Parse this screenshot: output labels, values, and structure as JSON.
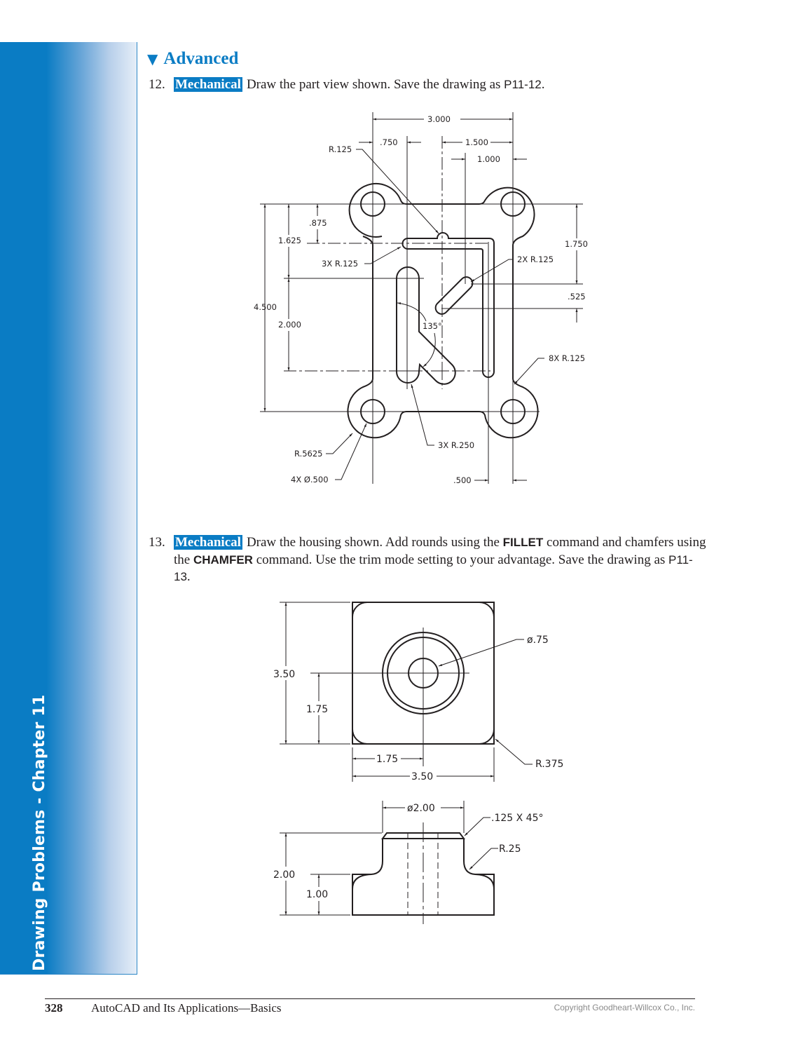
{
  "sidebar": {
    "label": "Drawing Problems - Chapter 11"
  },
  "section": {
    "marker": "▼",
    "title": "Advanced"
  },
  "problems": [
    {
      "number": "12.",
      "category": "Mechanical",
      "text_before": "Draw the part view shown. Save the drawing as ",
      "filename": "P11-12",
      "text_after": "."
    },
    {
      "number": "13.",
      "category": "Mechanical",
      "text_1": "Draw the housing shown. Add rounds using the ",
      "cmd_1": "FILLET",
      "text_2": " command and chamfers using the ",
      "cmd_2": "CHAMFER",
      "text_3": " command. Use the trim mode setting to your advantage. Save the drawing as ",
      "filename": "P11-13",
      "text_after": "."
    }
  ],
  "drawing_12": {
    "dims": {
      "overall_width": "3.000",
      "d750": ".750",
      "d1500": "1.500",
      "d1000": "1.000",
      "r125_top": "R.125",
      "d875": ".875",
      "d1625": "1.625",
      "slot3x": "3X  R.125",
      "d4500": "4.500",
      "d2000": "2.000",
      "angle": "135°",
      "d1750": "1.750",
      "slot2x": "2X  R.125",
      "d525": ".525",
      "fillet8x": "8X  R.125",
      "r5625": "R.5625",
      "holes": "4X  Ø.500",
      "r250": "3X  R.250",
      "d500": ".500"
    }
  },
  "drawing_13": {
    "top_view": {
      "d350_v": "3.50",
      "d175_v": "1.75",
      "hole": "ø.75",
      "d175_h": "1.75",
      "d350_h": "3.50",
      "round": "R.375"
    },
    "front_view": {
      "dia": "ø2.00",
      "chamfer": ".125  X  45°",
      "fillet": "R.25",
      "d200": "2.00",
      "d100": "1.00"
    }
  },
  "footer": {
    "page": "328",
    "title": "AutoCAD and Its Applications—Basics",
    "copyright": "Copyright Goodheart-Willcox Co., Inc."
  }
}
